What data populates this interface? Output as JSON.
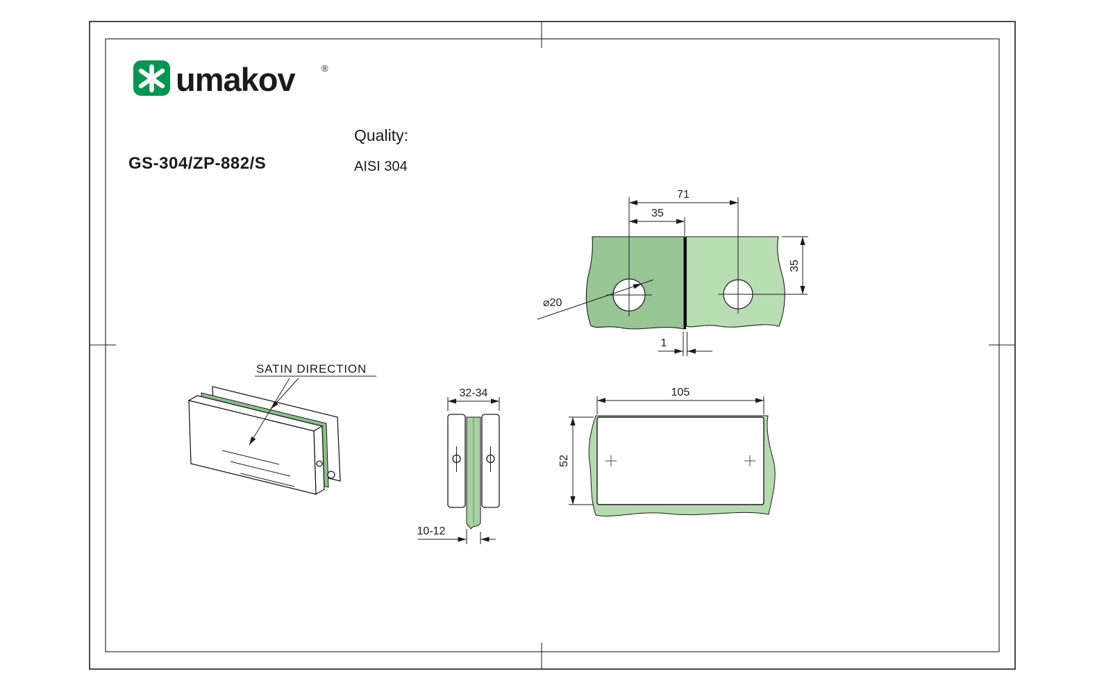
{
  "brand": {
    "name": "umakov",
    "registered": "®"
  },
  "header": {
    "product_code": "GS-304/ZP-882/S",
    "quality_label": "Quality:",
    "quality_value": "AISI 304"
  },
  "views": {
    "iso": {
      "satin_label": "SATIN DIRECTION"
    },
    "top": {
      "dim_total": "71",
      "dim_hole_offset": "35",
      "dim_edge_distance": "35",
      "dim_hole_diameter": "⌀20",
      "dim_gap": "1"
    },
    "side": {
      "dim_width": "32-34",
      "dim_glass_thickness": "10-12"
    },
    "front": {
      "dim_length": "105",
      "dim_height": "52"
    }
  },
  "colors": {
    "brand_green": "#009650",
    "ink": "#1a1a1a",
    "glass_left": "#97c694",
    "glass_right": "#b9ddb3",
    "glass_side": "#a6d2a1",
    "glass_front": "#b5daaf",
    "glass_iso": "#8cbf8b"
  }
}
